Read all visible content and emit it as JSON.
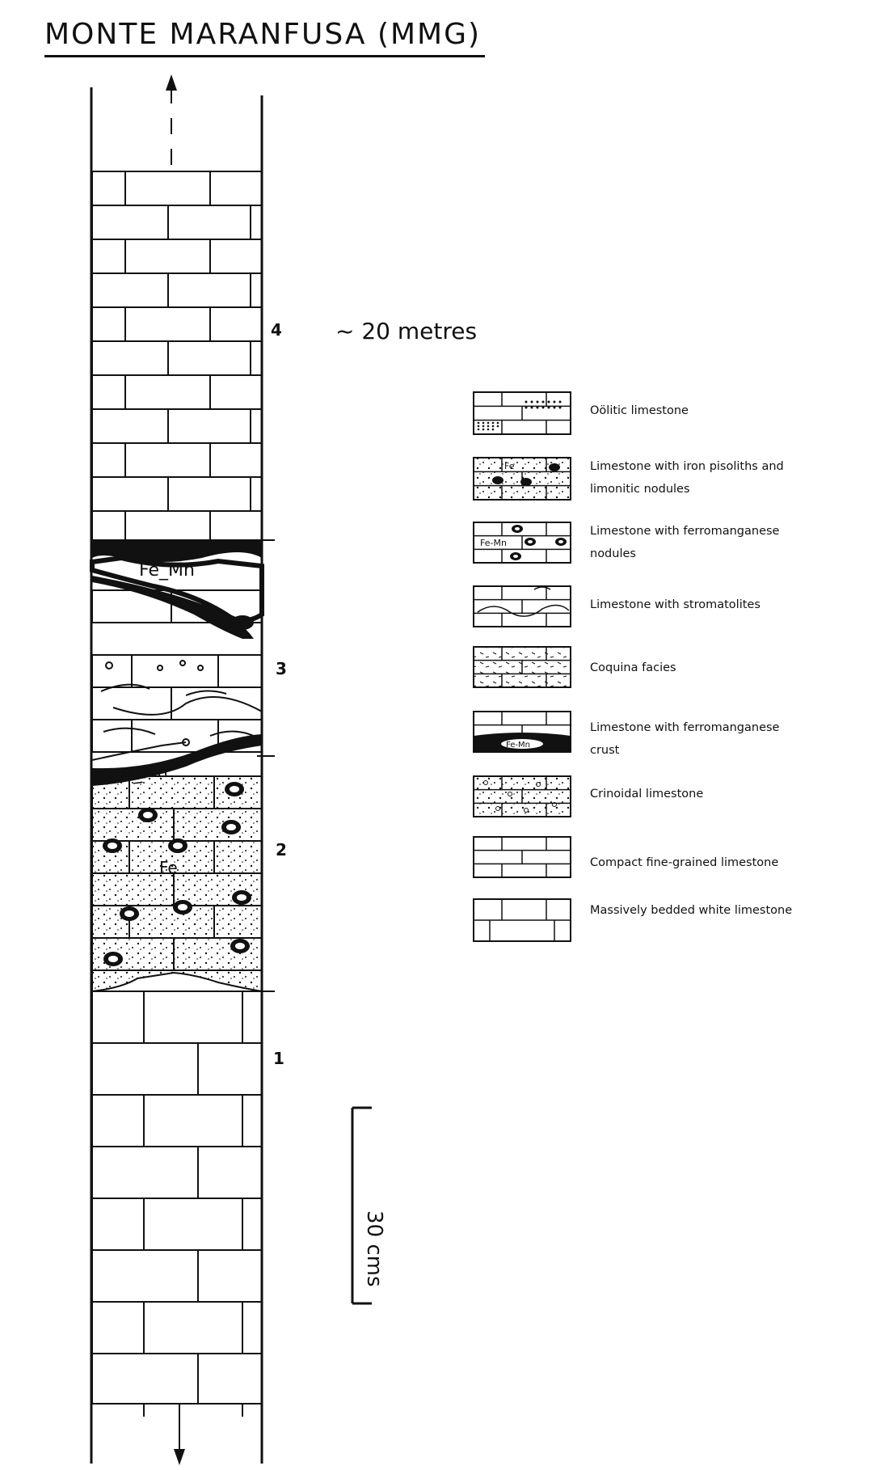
{
  "title": "MONTE  MARANFUSA (MMG)",
  "units": [
    {
      "number": "4",
      "note": "~ 20 metres"
    },
    {
      "number": "3"
    },
    {
      "number": "2"
    },
    {
      "number": "1"
    }
  ],
  "labels": {
    "fe_mn_upper": "Fe_Mn",
    "fe_mn_lower": "Fe_Mn",
    "fe": "Fe"
  },
  "scale_bar": {
    "label": "30 cms"
  },
  "legend": [
    {
      "id": "oolitic",
      "label": "Oölitic limestone"
    },
    {
      "id": "iron-pisoliths",
      "label": "Limestone with iron pisoliths and limonitic nodules",
      "symbol_text": "Fe"
    },
    {
      "id": "fe-mn-nodules",
      "label": "Limestone with ferromanganese nodules",
      "symbol_text": "Fe-Mn"
    },
    {
      "id": "stromatolites",
      "label": "Limestone with stromatolites"
    },
    {
      "id": "coquina",
      "label": "Coquina facies"
    },
    {
      "id": "fe-mn-crust",
      "label": "Limestone with ferromanganese crust",
      "symbol_text": "Fe-Mn"
    },
    {
      "id": "crinoidal",
      "label": "Crinoidal limestone"
    },
    {
      "id": "compact",
      "label": "Compact fine-grained limestone"
    },
    {
      "id": "massive",
      "label": "Massively bedded white limestone"
    }
  ]
}
